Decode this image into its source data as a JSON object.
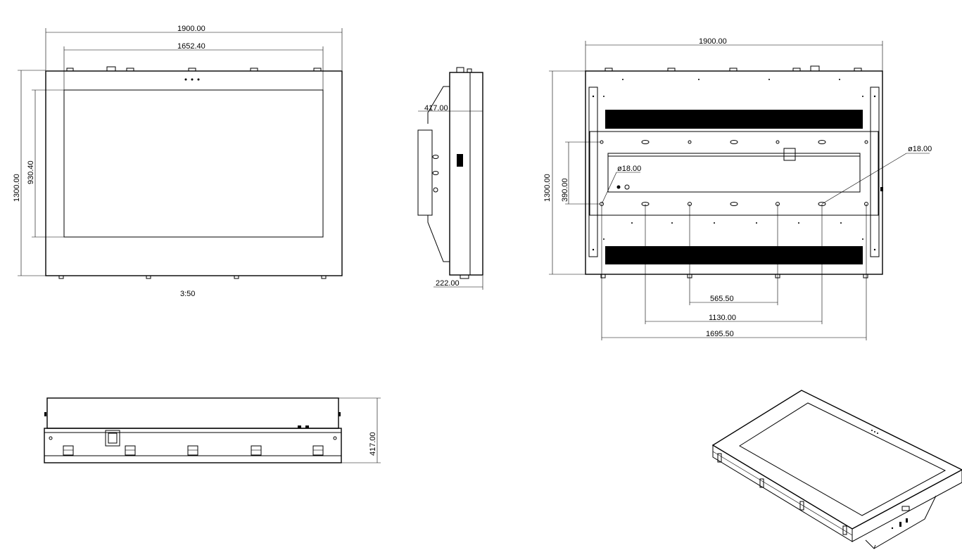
{
  "dimensions": {
    "front_width": "1900.00",
    "front_inner_width": "1652.40",
    "front_height": "1300.00",
    "front_inner_height": "930.40",
    "scale": "3:50",
    "side_depth": "417.00",
    "side_base": "222.00",
    "back_width": "1900.00",
    "back_height": "1300.00",
    "back_hole_spacing_v": "390.00",
    "hole_dia_right": "ø18.00",
    "hole_dia_left": "ø18.00",
    "back_hole_565": "565.50",
    "back_hole_1130": "1130.00",
    "back_hole_1695": "1695.50",
    "bottom_depth": "417.00"
  },
  "colors": {
    "line": "#000000",
    "background": "#ffffff"
  }
}
